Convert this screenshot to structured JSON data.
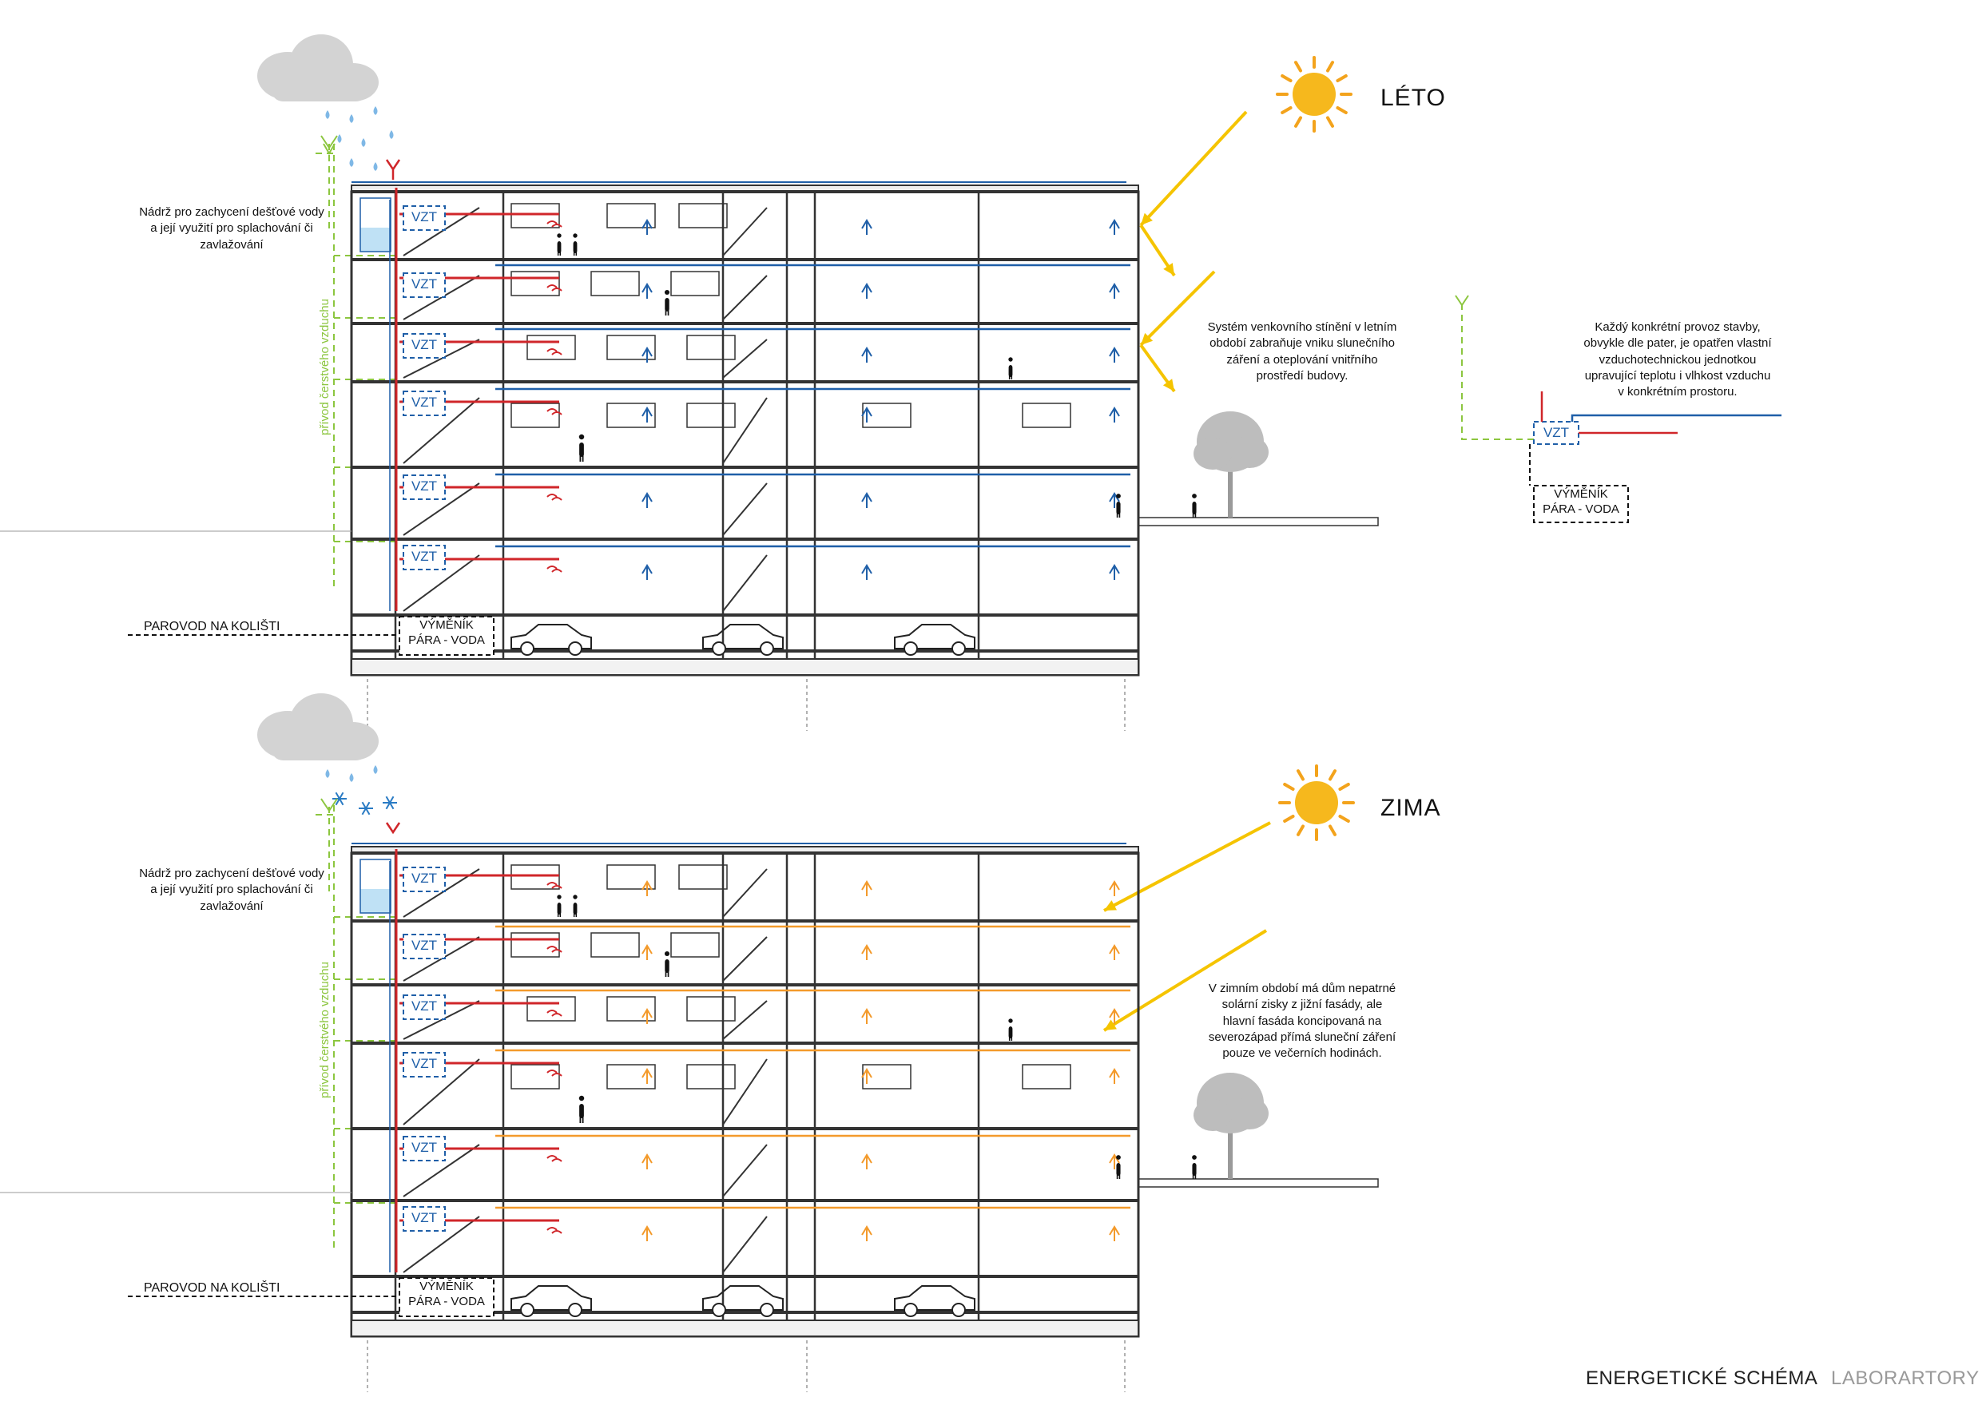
{
  "footer": {
    "title": "ENERGETICKÉ SCHÉMA",
    "brand": "LABORARTORY"
  },
  "summer": {
    "season": "LÉTO",
    "rain_tank_note": "Nádrž pro zachycení dešťové vody\na její využití pro splachování či\nzavlažování",
    "fresh_air_label": "přívod čerstvého vzduchu",
    "shading_note": "Systém venkovního stínění v letním\nobdobí zabraňuje vniku slunečního\nzáření a oteplování vnitřního\nprostředí budovy.",
    "unit_note": "Každý konkrétní provoz stavby,\nobvykle dle pater, je opatřen vlastní\nvzduchotechnickou jednotkou\nupravující teplotu i vlhkost vzduchu\nv konkrétním prostoru.",
    "vzt_label": "VZT",
    "exchanger_label": "VÝMĚNÍK\nPÁRA - VODA",
    "steam_pipe_label": "PAROVOD NA KOLIŠTI"
  },
  "winter": {
    "season": "ZIMA",
    "rain_tank_note": "Nádrž pro zachycení dešťové vody\na její využití pro splachování či\nzavlažování",
    "fresh_air_label": "přívod čerstvého vzduchu",
    "solar_note": "V zimním období má dům nepatrné\nsolární zisky z jižní fasády, ale\nhlavní fasáda koncipovaná na\nseverozápad přímá sluneční záření\npouze ve večerních hodinách.",
    "vzt_label": "VZT",
    "exchanger_label": "VÝMĚNÍK\nPÁRA - VODA",
    "steam_pipe_label": "PAROVOD NA KOLIŠTI"
  },
  "colors": {
    "structure": "#333333",
    "supply_air": "#d0262a",
    "exhaust_air": "#1f5fa8",
    "heating": "#f39a2b",
    "fresh_air": "#8cc63f",
    "sun": "#f5c400",
    "cloud": "#d3d3d3",
    "water": "#bfe1f5",
    "tree": "#bdbdbd",
    "people": "#111111"
  },
  "icons": [
    "cloud-icon",
    "rain-drop-icon",
    "snowflake-icon",
    "sun-icon",
    "tree-icon",
    "car-icon",
    "person-icon"
  ]
}
